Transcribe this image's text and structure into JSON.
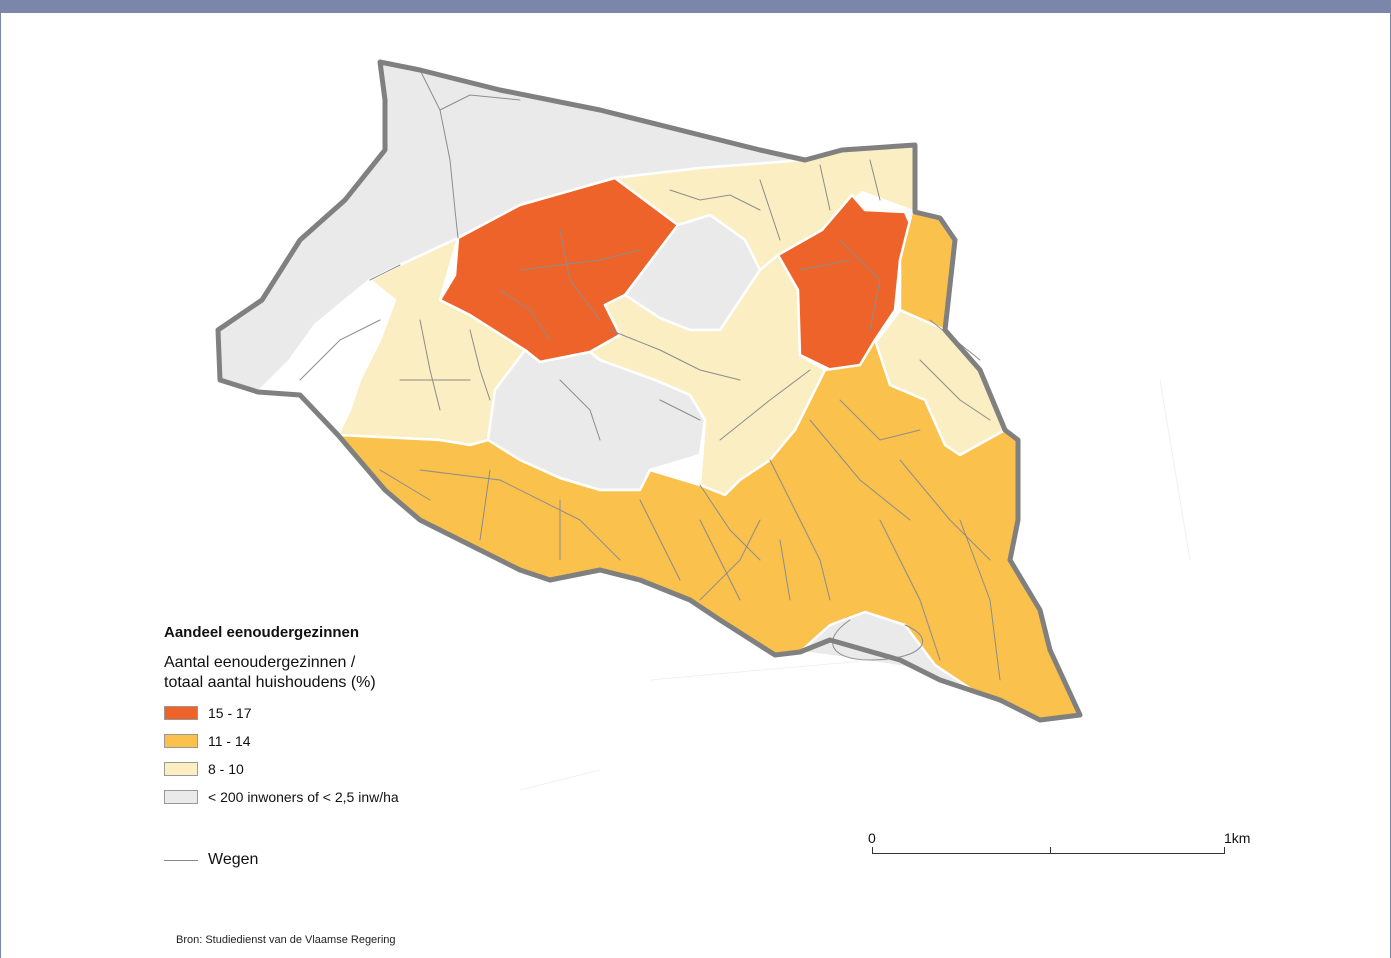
{
  "legend": {
    "title": "Aandeel eenoudergezinnen",
    "subtitle_line1": "Aantal eenoudergezinnen /",
    "subtitle_line2": "totaal aantal huishoudens (%)",
    "classes": [
      {
        "label": "15 - 17",
        "color": "#ee6329"
      },
      {
        "label": "11 - 14",
        "color": "#fac24d"
      },
      {
        "label": "8 - 10",
        "color": "#faeec2"
      },
      {
        "label": "< 200 inwoners of < 2,5 inw/ha",
        "color": "#eaeaea"
      }
    ],
    "roads_label": "Wegen"
  },
  "scale": {
    "start_label": "0",
    "end_label": "1km"
  },
  "source": "Bron: Studiedienst van de Vlaamse Regering",
  "colors": {
    "header": "#7b87aa",
    "boundary": "#808080",
    "roads": "#8c8c8c"
  }
}
